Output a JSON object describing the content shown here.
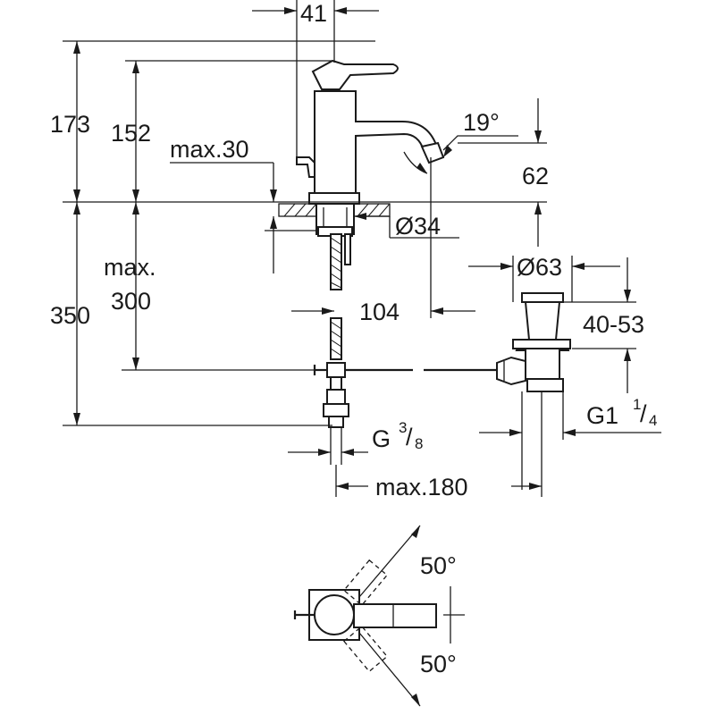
{
  "dimensions": {
    "top_width": "41",
    "height_total": "173",
    "spout_height": "152",
    "lever_max": "max.30",
    "spout_angle": "19°",
    "spout_drop": "62",
    "hole_dia": "Ø34",
    "drain_dia": "Ø63",
    "drain_range": "40-53",
    "below_total": "350",
    "below_max_label": "max.",
    "below_max_value": "300",
    "reach": "104",
    "drain_thread_main": "G1",
    "drain_thread_num": "1",
    "drain_thread_den": "4",
    "supply_thread_main": "G",
    "supply_thread_num": "3",
    "supply_thread_den": "8",
    "max_horizontal": "max.180",
    "rotation_upper": "50°",
    "rotation_lower": "50°"
  }
}
